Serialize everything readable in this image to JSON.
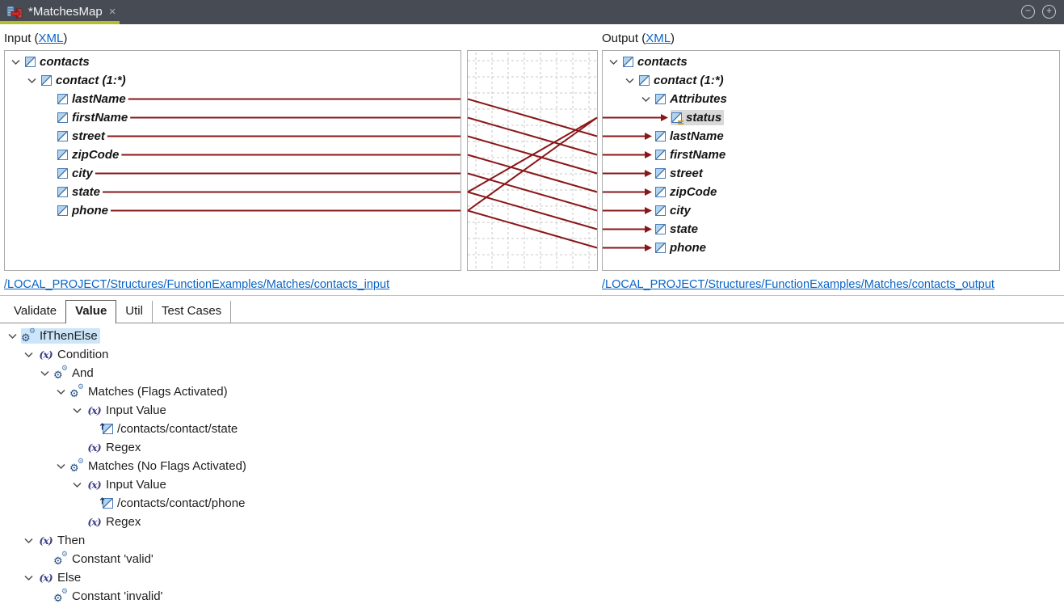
{
  "titlebar": {
    "tab_title": "*MatchesMap",
    "close_label": "×",
    "collapse_label": "−",
    "expand_label": "+"
  },
  "map": {
    "input": {
      "header_prefix": "Input (",
      "header_link": "XML",
      "header_suffix": ")",
      "footer_link": "/LOCAL_PROJECT/Structures/FunctionExamples/Matches/contacts_input",
      "tree": [
        {
          "id": "in_contacts",
          "label": "contacts",
          "icon": "element",
          "level": 0,
          "chevron": true
        },
        {
          "id": "in_contact",
          "label": "contact (1:*)",
          "icon": "element",
          "level": 1,
          "chevron": true
        },
        {
          "id": "in_lastName",
          "label": "lastName",
          "icon": "element",
          "level": 2
        },
        {
          "id": "in_firstName",
          "label": "firstName",
          "icon": "element",
          "level": 2
        },
        {
          "id": "in_street",
          "label": "street",
          "icon": "element",
          "level": 2
        },
        {
          "id": "in_zipCode",
          "label": "zipCode",
          "icon": "element",
          "level": 2
        },
        {
          "id": "in_city",
          "label": "city",
          "icon": "element",
          "level": 2
        },
        {
          "id": "in_state",
          "label": "state",
          "icon": "element",
          "level": 2
        },
        {
          "id": "in_phone",
          "label": "phone",
          "icon": "element",
          "level": 2
        }
      ]
    },
    "output": {
      "header_prefix": "Output (",
      "header_link": "XML",
      "header_suffix": ")",
      "footer_link": "/LOCAL_PROJECT/Structures/FunctionExamples/Matches/contacts_output",
      "tree": [
        {
          "id": "out_contacts",
          "label": "contacts",
          "icon": "element",
          "level": 0,
          "chevron": true
        },
        {
          "id": "out_contact",
          "label": "contact (1:*)",
          "icon": "element",
          "level": 1,
          "chevron": true
        },
        {
          "id": "out_attributes",
          "label": "Attributes",
          "icon": "element",
          "level": 2,
          "chevron": true
        },
        {
          "id": "out_status",
          "label": "status",
          "icon": "attribute",
          "level": 3,
          "highlight": "gray"
        },
        {
          "id": "out_lastName",
          "label": "lastName",
          "icon": "element",
          "level": 2
        },
        {
          "id": "out_firstName",
          "label": "firstName",
          "icon": "element",
          "level": 2
        },
        {
          "id": "out_street",
          "label": "street",
          "icon": "element",
          "level": 2
        },
        {
          "id": "out_zipCode",
          "label": "zipCode",
          "icon": "element",
          "level": 2
        },
        {
          "id": "out_city",
          "label": "city",
          "icon": "element",
          "level": 2
        },
        {
          "id": "out_state",
          "label": "state",
          "icon": "element",
          "level": 2
        },
        {
          "id": "out_phone",
          "label": "phone",
          "icon": "element",
          "level": 2
        }
      ]
    },
    "connections": [
      {
        "from": "in_lastName",
        "to": "out_lastName"
      },
      {
        "from": "in_firstName",
        "to": "out_firstName"
      },
      {
        "from": "in_street",
        "to": "out_street"
      },
      {
        "from": "in_zipCode",
        "to": "out_zipCode"
      },
      {
        "from": "in_city",
        "to": "out_city"
      },
      {
        "from": "in_state",
        "to": "out_state"
      },
      {
        "from": "in_phone",
        "to": "out_phone"
      },
      {
        "from": "in_state",
        "to": "out_status"
      },
      {
        "from": "in_phone",
        "to": "out_status"
      }
    ]
  },
  "bottom": {
    "tabs": [
      {
        "label": "Validate",
        "active": false
      },
      {
        "label": "Value",
        "active": true
      },
      {
        "label": "Util",
        "active": false
      },
      {
        "label": "Test Cases",
        "active": false
      }
    ],
    "tree": [
      {
        "id": "fn_ifthenelse",
        "label": "IfThenElse",
        "icon": "function",
        "level": 0,
        "chevron": true,
        "highlight": "blue"
      },
      {
        "id": "fn_condition",
        "label": "Condition",
        "icon": "xvar",
        "level": 1,
        "chevron": true
      },
      {
        "id": "fn_and",
        "label": "And",
        "icon": "function",
        "level": 2,
        "chevron": true
      },
      {
        "id": "fn_matches1",
        "label": "Matches (Flags Activated)",
        "icon": "function",
        "level": 3,
        "chevron": true
      },
      {
        "id": "fn_inputval1",
        "label": "Input Value",
        "icon": "xvar",
        "level": 4,
        "chevron": true
      },
      {
        "id": "fn_state_path",
        "label": "/contacts/contact/state",
        "icon": "inputnode",
        "level": 5
      },
      {
        "id": "fn_regex1",
        "label": "Regex",
        "icon": "xvar",
        "level": 4
      },
      {
        "id": "fn_matches2",
        "label": "Matches (No Flags Activated)",
        "icon": "function",
        "level": 3,
        "chevron": true
      },
      {
        "id": "fn_inputval2",
        "label": "Input Value",
        "icon": "xvar",
        "level": 4,
        "chevron": true
      },
      {
        "id": "fn_phone_path",
        "label": "/contacts/contact/phone",
        "icon": "inputnode",
        "level": 5
      },
      {
        "id": "fn_regex2",
        "label": "Regex",
        "icon": "xvar",
        "level": 4
      },
      {
        "id": "fn_then",
        "label": "Then",
        "icon": "xvar",
        "level": 1,
        "chevron": true
      },
      {
        "id": "fn_constvalid",
        "label": "Constant 'valid'",
        "icon": "function",
        "level": 2
      },
      {
        "id": "fn_else",
        "label": "Else",
        "icon": "xvar",
        "level": 1,
        "chevron": true
      },
      {
        "id": "fn_constinvalid",
        "label": "Constant 'invalid'",
        "icon": "function",
        "level": 2
      }
    ]
  },
  "colors": {
    "connection_line": "#8a1618",
    "tab_accent": "#b4bd2a",
    "link_blue": "#0a63c5",
    "selection_blue": "#cde5f8",
    "selection_gray": "#d9d9d9"
  }
}
